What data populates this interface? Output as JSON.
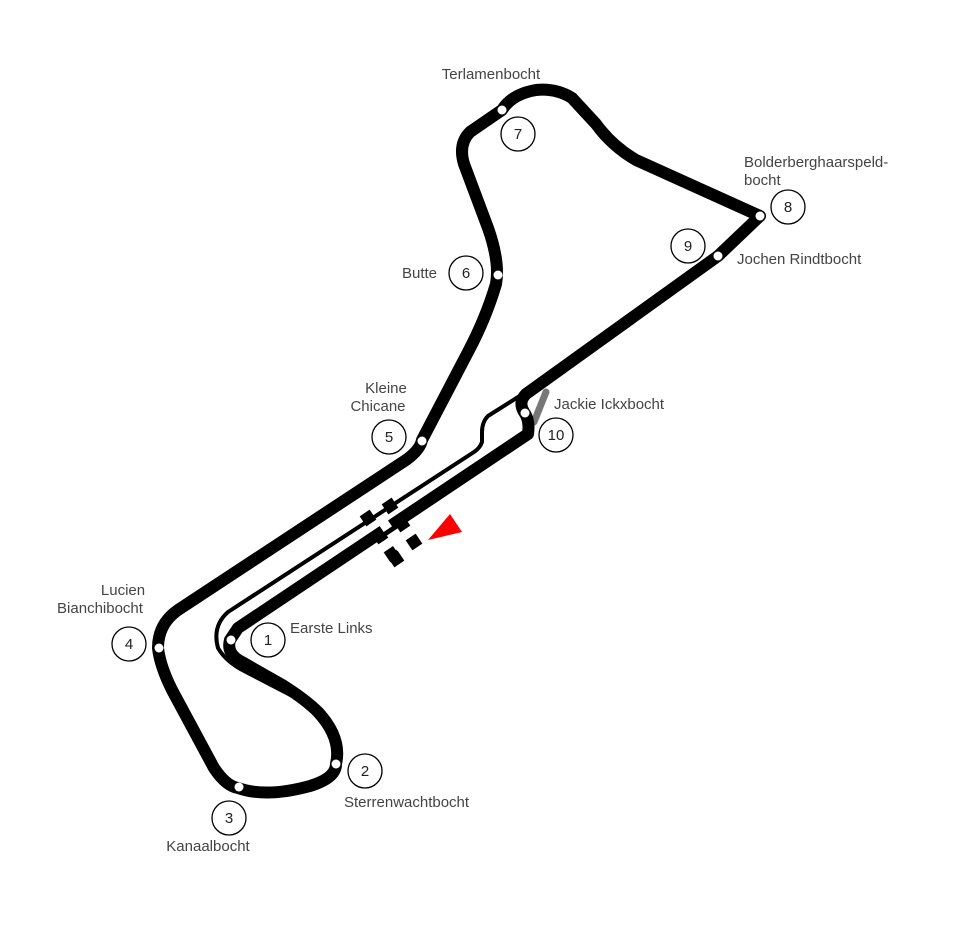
{
  "corners": [
    {
      "number": "1",
      "name": "Earste Links"
    },
    {
      "number": "2",
      "name": "Sterrenwachtbocht"
    },
    {
      "number": "3",
      "name": "Kanaalbocht"
    },
    {
      "number": "4",
      "name_line1": "Lucien",
      "name_line2": "Bianchibocht"
    },
    {
      "number": "5",
      "name_line1": "Kleine",
      "name_line2": "Chicane"
    },
    {
      "number": "6",
      "name": "Butte"
    },
    {
      "number": "7",
      "name": "Terlamenbocht"
    },
    {
      "number": "8",
      "name_line1": "Bolderberghaarspeld-",
      "name_line2": "bocht"
    },
    {
      "number": "9",
      "name": "Jochen Rindtbocht"
    },
    {
      "number": "10",
      "name": "Jackie Ickxbocht"
    }
  ],
  "colors": {
    "track": "#000000",
    "old_layout": "#000000",
    "alt_section": "#777777",
    "direction_arrow": "#ff0000",
    "corner_marker": "#ffffff",
    "label_text": "#444444"
  },
  "icons": {
    "start_finish": "checkered-flag-icon",
    "direction": "direction-arrow-icon"
  }
}
